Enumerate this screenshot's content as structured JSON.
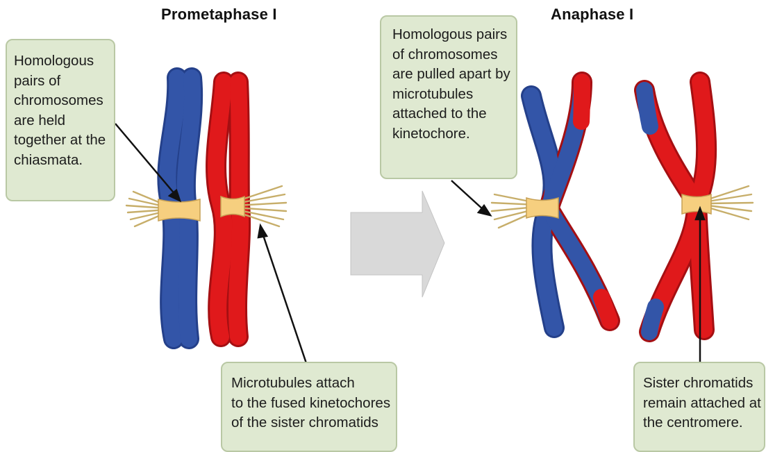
{
  "titles": {
    "left": "Prometaphase I",
    "right": "Anaphase I"
  },
  "callouts": {
    "chiasmata": [
      "Homologous",
      "pairs of",
      "chromosomes",
      "are held",
      "together at the",
      "chiasmata."
    ],
    "pulled_apart": [
      "Homologous pairs",
      "of chromosomes",
      "are pulled apart by",
      "microtubules",
      "attached to the",
      "kinetochore."
    ],
    "microtubules_attach": [
      "Microtubules attach",
      "to the fused kinetochores",
      "of the sister chromatids"
    ],
    "sister_attached": [
      "Sister chromatids",
      "remain attached at",
      "the centromere."
    ]
  },
  "colors": {
    "blue_chromosome": "#3355a8",
    "red_chromosome": "#e0191b",
    "kinetochore": "#f6cf7f",
    "callout_fill": "#dfe9d1",
    "arrow_fill": "#d9d9d9"
  }
}
